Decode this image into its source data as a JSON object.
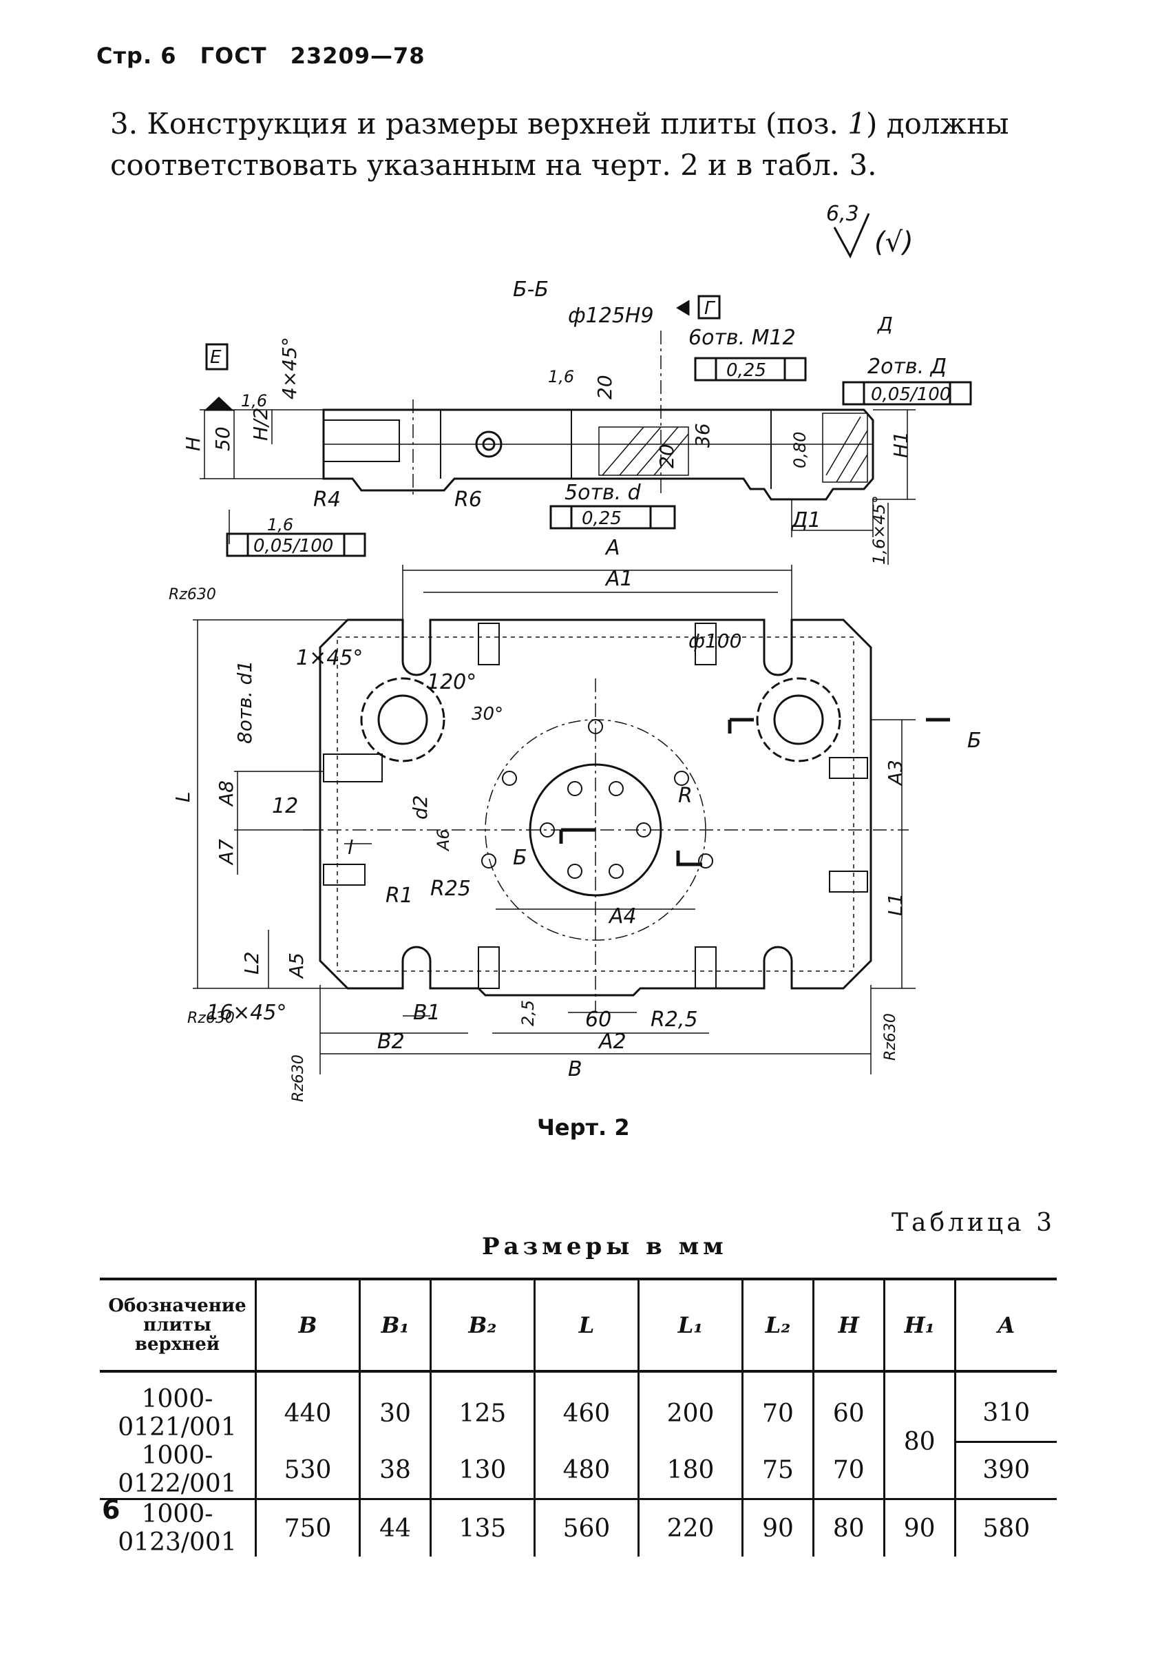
{
  "header": {
    "page": "Стр. 6",
    "standard": "ГОСТ",
    "number": "23209—78"
  },
  "paragraph": {
    "lead": "3. Конструкция и размеры верхней плиты (поз. ",
    "pos": "1",
    "tail": ") должны соответствовать указанным на черт. 2 и в табл. 3."
  },
  "drawing": {
    "roughness_general": "6,3",
    "roughness_rest": "(√)",
    "section_label": "Б-Б",
    "bore": "ф125H9",
    "datum_g": "Г",
    "datum_e": "E",
    "datum_d": "Д",
    "holes_m12": "6отв. М12",
    "pos_tol_m12": "0,25",
    "holes_d": "5отв. d",
    "pos_tol_d": "0,25",
    "holes_2d": "2отв. Д",
    "perp_tol": "0,05/100",
    "parallel_tol": "0,05/100",
    "chamfer_top": "4×45°",
    "chamfer_side": "1,6×45°",
    "chamfer_corner": "1×45°",
    "chamfer_bottom": "16×45°",
    "r1": "R1",
    "r4": "R4",
    "r6": "R6",
    "r25": "R25",
    "r2_5": "R2,5",
    "r": "R",
    "rough_1_6": "1,6",
    "rough_rz": "Rz630",
    "dim_20": "20",
    "dim_36": "36",
    "dim_50": "50",
    "dim_12": "12",
    "dim_60": "60",
    "dim_2_5": "2,5",
    "dim_0_80": "0,80",
    "angle_120": "120°",
    "angle_30": "30°",
    "circle_100": "ф100",
    "holes_8": "8отв. d1",
    "section_mark": "Б",
    "labels": {
      "A": "A",
      "A1": "A1",
      "A2": "A2",
      "A3": "A3",
      "A4": "A4",
      "A5": "A5",
      "A6": "A6",
      "A7": "A7",
      "A8": "A8",
      "B": "B",
      "B1": "B1",
      "B2": "B2",
      "L": "L",
      "L1": "L1",
      "L2": "L2",
      "H": "H",
      "H1": "H1",
      "H2": "H/2",
      "D1": "Д1",
      "d2": "d2",
      "l": "l"
    }
  },
  "caption": "Черт. 2",
  "table": {
    "label": "Таблица 3",
    "units": "Размеры в мм",
    "headers": [
      "Обозначение плиты верхней",
      "B",
      "B₁",
      "B₂",
      "L",
      "L₁",
      "L₂",
      "H",
      "H₁",
      "A"
    ],
    "rows": [
      [
        "1000-0121/001",
        "440",
        "30",
        "125",
        "460",
        "200",
        "70",
        "60",
        "80",
        "310"
      ],
      [
        "1000-0122/001",
        "530",
        "38",
        "130",
        "480",
        "180",
        "75",
        "70",
        "",
        "390"
      ],
      [
        "1000-0123/001",
        "750",
        "44",
        "135",
        "560",
        "220",
        "90",
        "80",
        "90",
        "580"
      ]
    ]
  },
  "page_number": "6"
}
